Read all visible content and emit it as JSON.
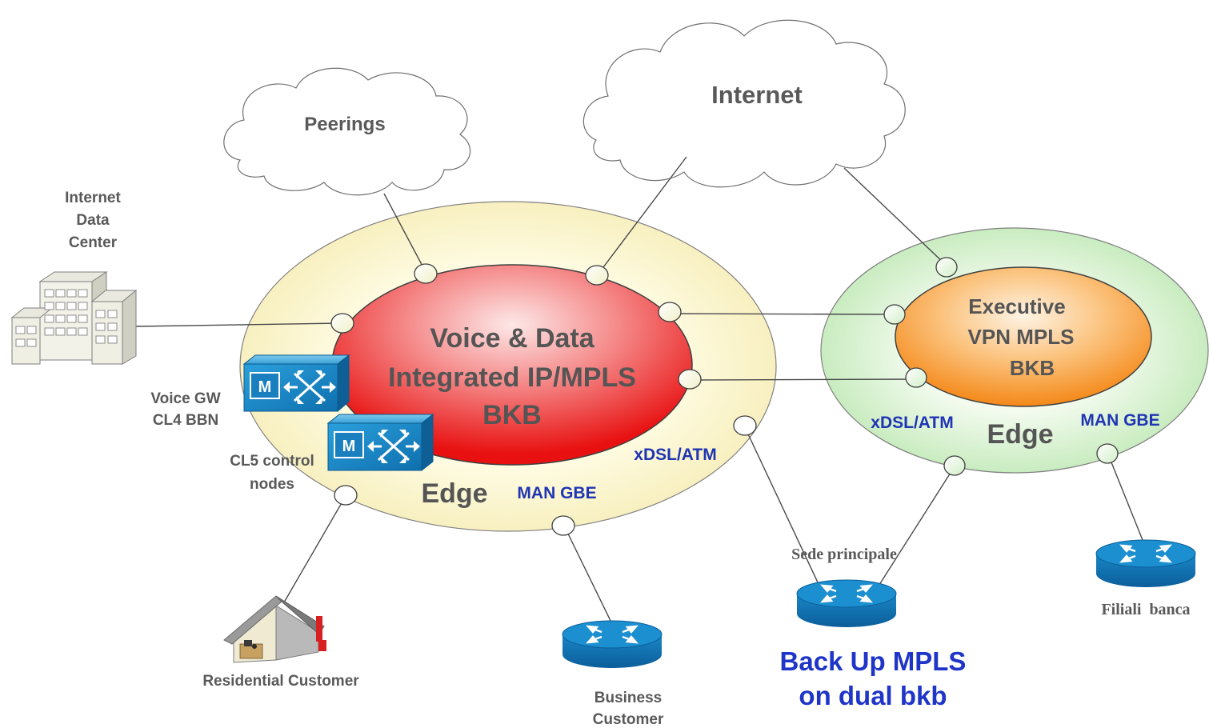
{
  "clouds": {
    "peerings": "Peerings",
    "internet": "Internet"
  },
  "core": {
    "line1": "Voice & Data",
    "line2": "Integrated IP/MPLS",
    "line3": "BKB"
  },
  "executive": {
    "line1": "Executive",
    "line2": "VPN MPLS",
    "line3": "BKB"
  },
  "edge_left": "Edge",
  "edge_right": "Edge",
  "access": {
    "man_gbe_left": "MAN GBE",
    "xdsl_left": "xDSL/ATM",
    "xdsl_right": "xDSL/ATM",
    "man_gbe_right": "MAN GBE"
  },
  "datacenter": {
    "line1": "Internet",
    "line2": "Data",
    "line3": "Center"
  },
  "voice_gw": {
    "line1": "Voice GW",
    "line2": "CL4 BBN"
  },
  "cl5": {
    "line1": "CL5 control",
    "line2": "nodes"
  },
  "switch_badge": "M",
  "residential": "Residential Customer",
  "business": {
    "line1": "Business",
    "line2": "Customer"
  },
  "sede": "Sede principale",
  "filiali": "Filiali  banca",
  "backup": {
    "line1": "Back Up MPLS",
    "line2": "on dual bkb"
  },
  "colors": {
    "label_gray": "#595959",
    "access_blue": "#1f35b4",
    "backup_blue": "#1f35c8",
    "core_red": "#ee1c1c",
    "exec_orange": "#f7901e",
    "edge_left_fill": "#fdf8d6",
    "edge_right_fill": "#dff3d8",
    "switch_blue": "#1a8ac8",
    "router_blue": "#1577b8"
  }
}
